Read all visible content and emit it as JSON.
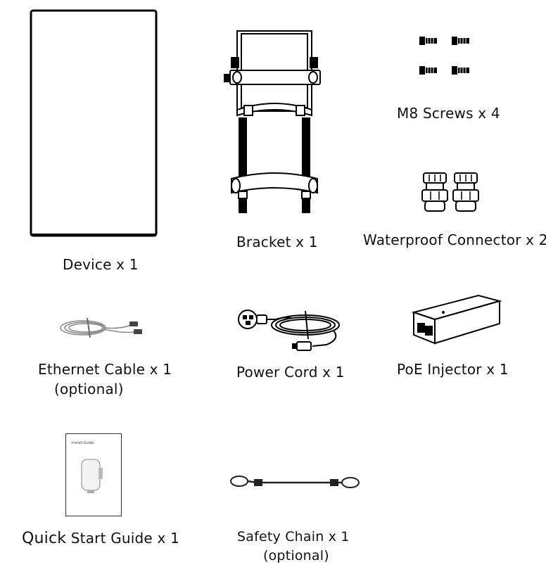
{
  "items": {
    "device": {
      "label": "Device x 1"
    },
    "bracket": {
      "label": "Bracket  x 1"
    },
    "screws": {
      "label": "M8 Screws x 4"
    },
    "connector": {
      "label": "Waterproof Connector x 2"
    },
    "ethernet": {
      "label": "Ethernet Cable x 1",
      "note": "(optional)"
    },
    "power_cord": {
      "label": "Power Cord x 1"
    },
    "poe": {
      "label": "PoE Injector x 1"
    },
    "guide": {
      "label_strong": "Quick",
      "label_rest": " Start Guide x 1",
      "cover_title": "Install Guide"
    },
    "chain": {
      "label": "Safety Chain x 1",
      "note": "(optional)"
    }
  }
}
